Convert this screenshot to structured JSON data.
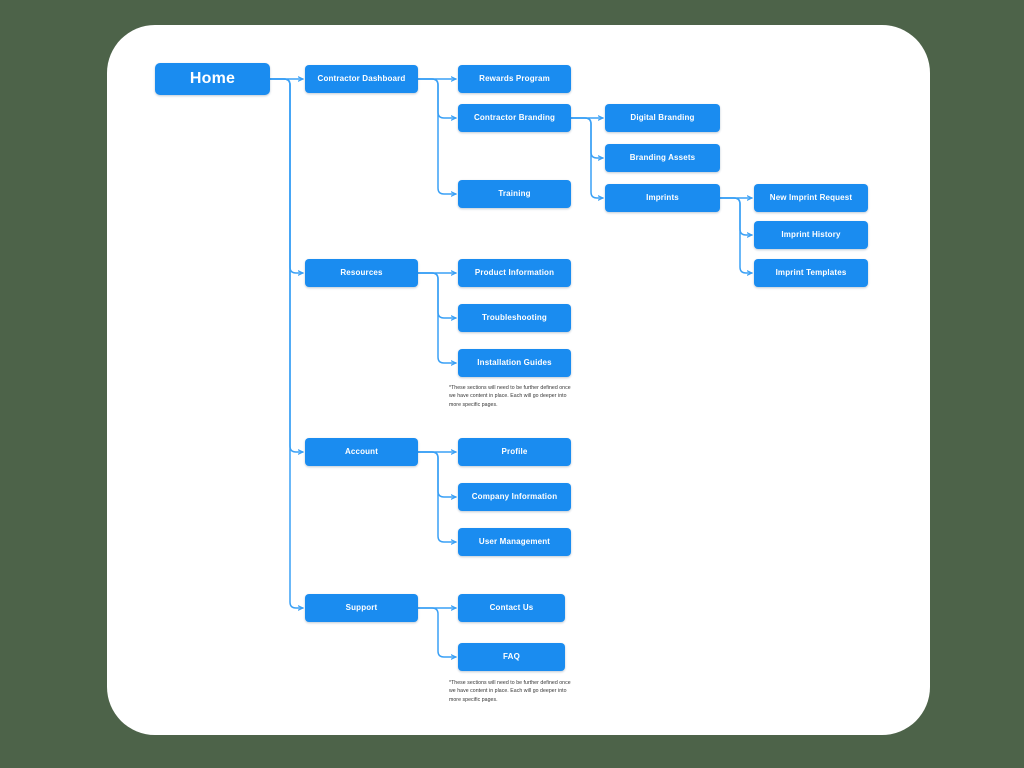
{
  "canvas": {
    "background_color": "#4d6349",
    "card_color": "#ffffff",
    "node_color": "#1a8cf0",
    "connector_color": "#3aa0f5",
    "node_text_color": "#ffffff",
    "note_text_color": "#333333"
  },
  "nodes": {
    "home": {
      "label": "Home"
    },
    "level2": [
      {
        "label": "Contractor Dashboard"
      },
      {
        "label": "Resources"
      },
      {
        "label": "Account"
      },
      {
        "label": "Support"
      }
    ],
    "dashboard_children": [
      {
        "label": "Rewards Program"
      },
      {
        "label": "Contractor Branding"
      },
      {
        "label": "Training"
      }
    ],
    "branding_children": [
      {
        "label": "Digital Branding"
      },
      {
        "label": "Branding Assets"
      },
      {
        "label": "Imprints"
      }
    ],
    "imprints_children": [
      {
        "label": "New Imprint Request"
      },
      {
        "label": "Imprint History"
      },
      {
        "label": "Imprint Templates"
      }
    ],
    "resources_children": [
      {
        "label": "Product Information"
      },
      {
        "label": "Troubleshooting"
      },
      {
        "label": "Installation Guides"
      }
    ],
    "account_children": [
      {
        "label": "Profile"
      },
      {
        "label": "Company Information"
      },
      {
        "label": "User Management"
      }
    ],
    "support_children": [
      {
        "label": "Contact Us"
      },
      {
        "label": "FAQ"
      }
    ]
  },
  "notes": {
    "resources_note": "*These sections will need to be further defined once we have content in place. Each will go deeper into more specific pages.",
    "support_note": "*These sections will need to be further defined once we have content in place. Each will go deeper into more specific pages."
  }
}
